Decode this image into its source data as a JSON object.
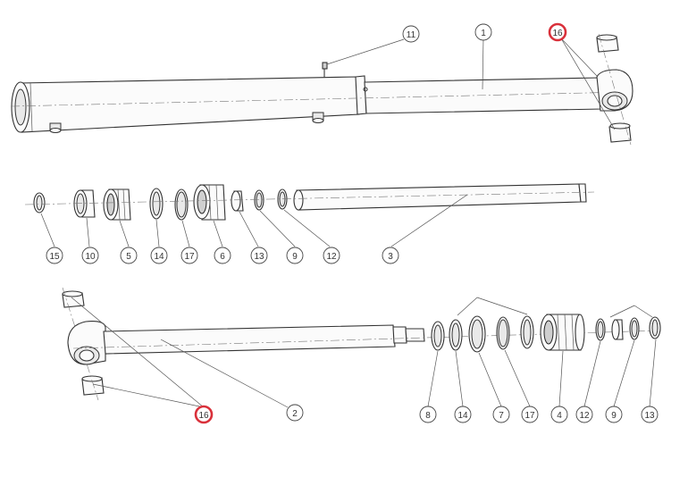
{
  "highlight_color": "#d9303a",
  "labels": {
    "top_11": "11",
    "top_1": "1",
    "top_16": "16",
    "mid_15": "15",
    "mid_10": "10",
    "mid_5": "5",
    "mid_14": "14",
    "mid_17": "17",
    "mid_6": "6",
    "mid_13": "13",
    "mid_9": "9",
    "mid_12": "12",
    "mid_3": "3",
    "bot_16": "16",
    "bot_2": "2",
    "bot_8": "8",
    "bot_14": "14",
    "bot_7": "7",
    "bot_17": "17",
    "bot_4": "4",
    "bot_12": "12",
    "bot_9": "9",
    "bot_13": "13"
  }
}
